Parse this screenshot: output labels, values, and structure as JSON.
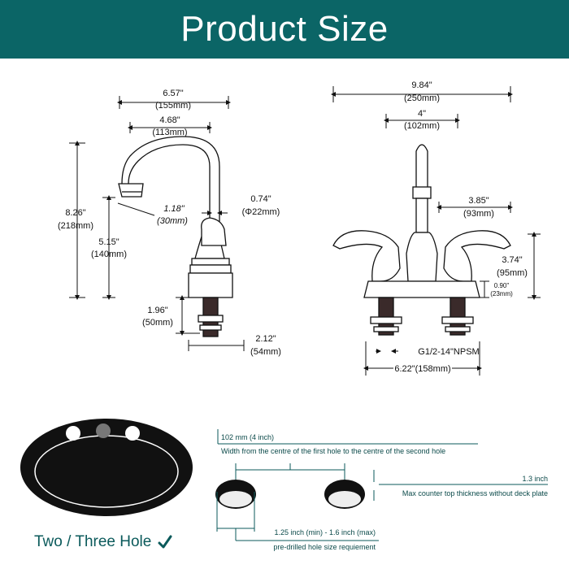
{
  "banner": {
    "title": "Product Size"
  },
  "side_view": {
    "width_total": "6.57\"",
    "width_total_mm": "(155mm)",
    "reach": "4.68\"",
    "reach_mm": "(113mm)",
    "height_total": "8.26\"",
    "height_total_mm": "(218mm)",
    "spout_height": "5.15\"",
    "spout_height_mm": "(140mm)",
    "aerator": "1.18\"",
    "aerator_mm": "(30mm)",
    "tube_dia": "0.74\"",
    "tube_dia_mm": "(Φ22mm)",
    "shank_len": "1.96\"",
    "shank_len_mm": "(50mm)",
    "base_dia": "2.12\"",
    "base_dia_mm": "(54mm)"
  },
  "front_view": {
    "width_total": "9.84\"",
    "width_total_mm": "(250mm)",
    "center": "4\"",
    "center_mm": "(102mm)",
    "handle_reach": "3.85\"",
    "handle_reach_mm": "(93mm)",
    "handle_height": "3.74\"",
    "handle_height_mm": "(95mm)",
    "plate_height": "0.90\"",
    "plate_height_mm": "(23mm)",
    "thread": "G1/2-14\"NPSM",
    "base_width": "6.22\"(158mm)"
  },
  "sink": {
    "caption": "Two / Three Hole",
    "spacing_value": "102 mm (4 inch)",
    "spacing_desc": "Width from the centre of the first hole to the centre of the second hole",
    "thickness_value": "1.3 inch",
    "thickness_desc": "Max counter top thickness without deck plate",
    "hole_value": "1.25 inch (min) - 1.6 inch (max)",
    "hole_desc": "pre-drilled hole size requiement"
  },
  "colors": {
    "banner": "#0b6566",
    "accent": "#0b5a5b"
  }
}
